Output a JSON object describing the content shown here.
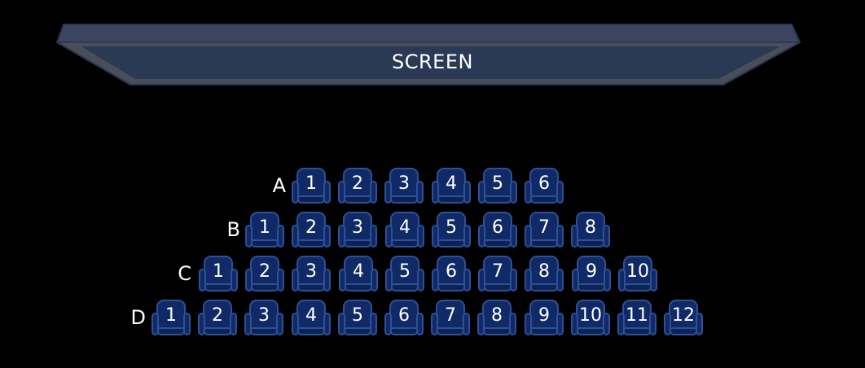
{
  "screen": {
    "label": "SCREEN"
  },
  "colors": {
    "background": "#000000",
    "screen_fill": "#2a3a55",
    "screen_rim": "#4a4e58",
    "seat_fill": "#0f2a66",
    "seat_border": "#2f4f96",
    "text": "#ffffff"
  },
  "rows": [
    {
      "label": "A",
      "seats": [
        "1",
        "2",
        "3",
        "4",
        "5",
        "6"
      ]
    },
    {
      "label": "B",
      "seats": [
        "1",
        "2",
        "3",
        "4",
        "5",
        "6",
        "7",
        "8"
      ]
    },
    {
      "label": "C",
      "seats": [
        "1",
        "2",
        "3",
        "4",
        "5",
        "6",
        "7",
        "8",
        "9",
        "10"
      ]
    },
    {
      "label": "D",
      "seats": [
        "1",
        "2",
        "3",
        "4",
        "5",
        "6",
        "7",
        "8",
        "9",
        "10",
        "11",
        "12"
      ]
    }
  ]
}
